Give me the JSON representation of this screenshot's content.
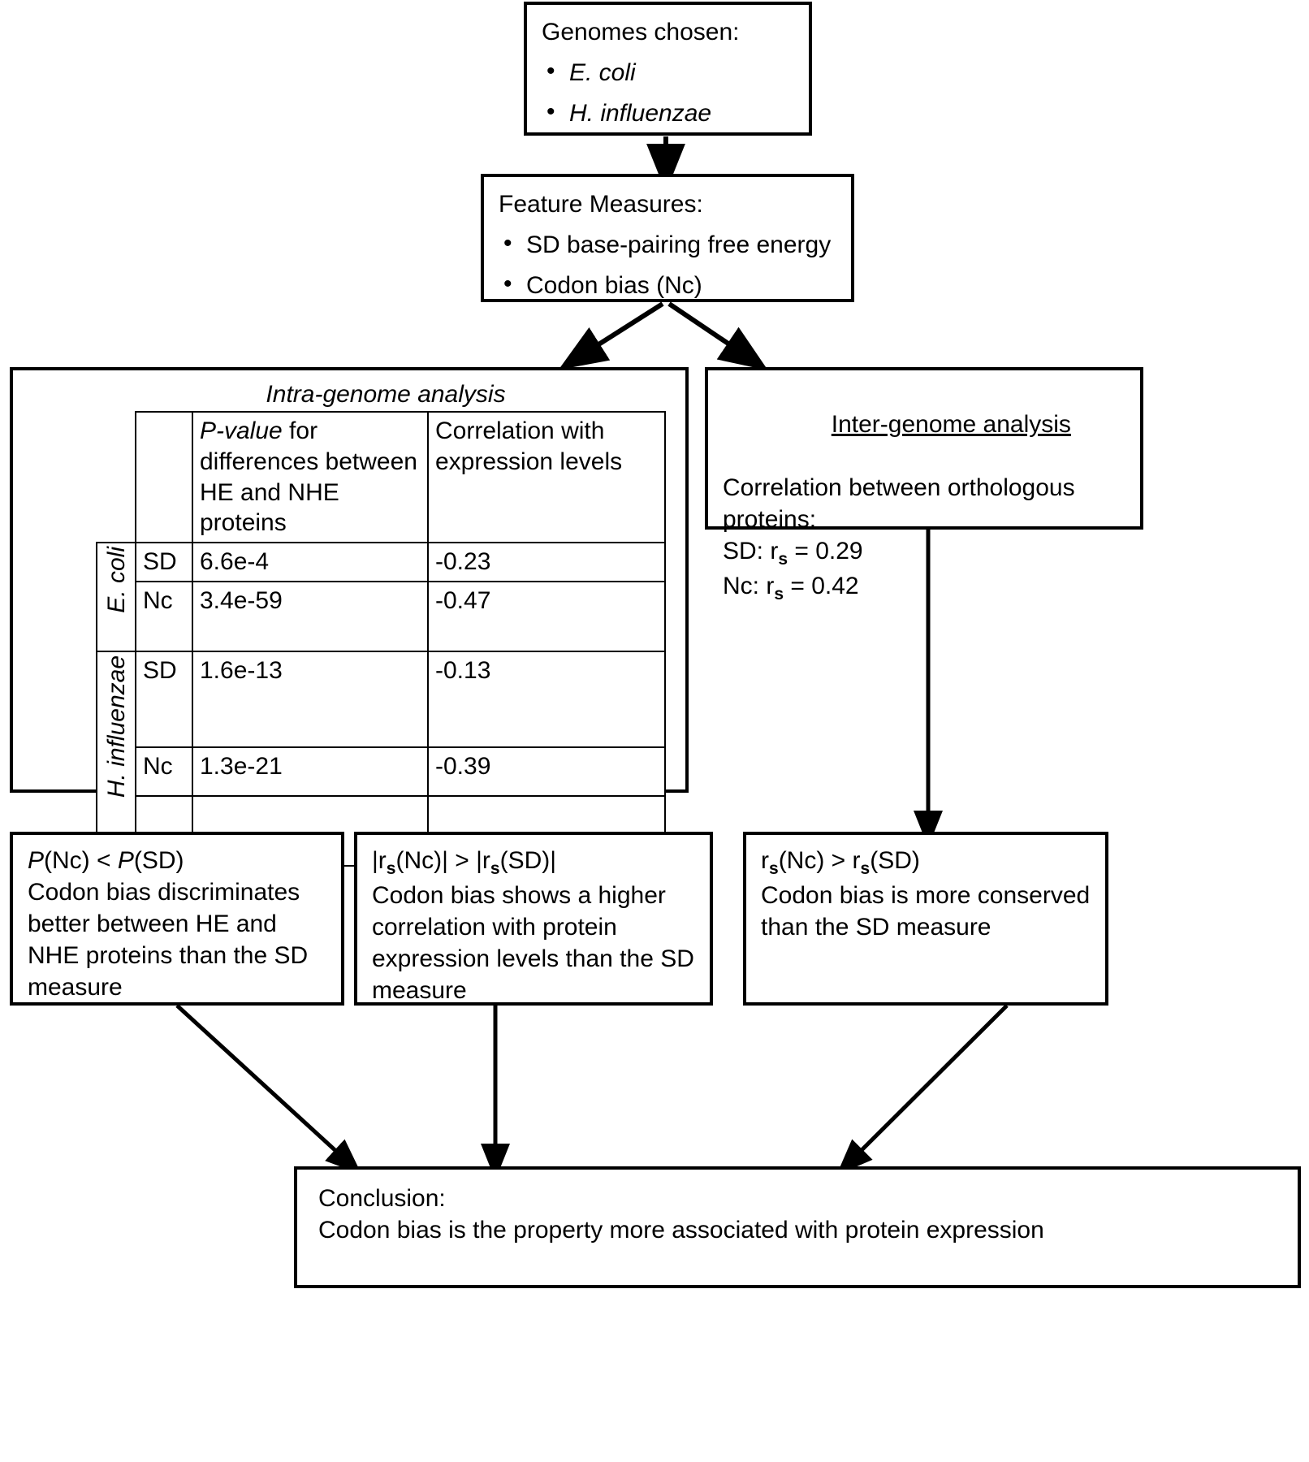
{
  "diagram": {
    "title": "Codon bias vs SD base-pairing flowchart",
    "line_color": "#000000",
    "background": "#ffffff"
  },
  "nodes": {
    "genomes": {
      "heading": "Genomes chosen:",
      "items": [
        "E. coli",
        "H. influenzae"
      ]
    },
    "features": {
      "heading": "Feature Measures:",
      "items": [
        "SD base-pairing free energy",
        "Codon bias (Nc)"
      ]
    },
    "intra": {
      "title": "Intra-genome analysis"
    },
    "inter": {
      "title": "Inter-genome analysis",
      "line1": "Correlation between orthologous",
      "line2": "proteins:",
      "sd_label": "SD: r",
      "sd_sub": "s",
      "sd_value": " = 0.29",
      "nc_label": "Nc: r",
      "nc_sub": "s",
      "nc_value": " = 0.42"
    },
    "concl_left": {
      "formula_a": "P",
      "formula_b": "(Nc) < ",
      "formula_c": "P",
      "formula_d": "(SD)",
      "body": "Codon bias discriminates better between HE and NHE proteins than the SD measure"
    },
    "concl_mid": {
      "formula_pre": "|r",
      "formula_sub1": "s",
      "formula_mid": "(Nc)| > |r",
      "formula_sub2": "s",
      "formula_post": "(SD)|",
      "body": "Codon bias shows a higher correlation with protein expression levels than the SD measure"
    },
    "concl_right": {
      "formula_pre": "r",
      "formula_sub1": "s",
      "formula_mid": "(Nc) > r",
      "formula_sub2": "s",
      "formula_post": "(SD)",
      "body": "Codon bias is more conserved than the SD measure"
    },
    "conclusion": {
      "heading": "Conclusion:",
      "body": "Codon bias is the property more associated with protein expression"
    }
  },
  "chart_data": {
    "type": "table",
    "title": "Intra-genome analysis",
    "columns": [
      "",
      "",
      "P-value for differences between HE and NHE proteins",
      "Correlation with expression levels"
    ],
    "column_header_2": "P-value for differences between HE and NHE proteins",
    "column_header_3": "Correlation with expression levels",
    "rows": [
      {
        "species": "E. coli",
        "measure": "SD",
        "pvalue": "6.6e-4",
        "correlation": "-0.23"
      },
      {
        "species": "E. coli",
        "measure": "Nc",
        "pvalue": "3.4e-59",
        "correlation": "-0.47"
      },
      {
        "species": "H. influenzae",
        "measure": "SD",
        "pvalue": "1.6e-13",
        "correlation": "-0.13"
      },
      {
        "species": "H. influenzae",
        "measure": "Nc",
        "pvalue": "1.3e-21",
        "correlation": "-0.39"
      }
    ],
    "species_labels": [
      "E. coli",
      "H. influenzae"
    ],
    "inter_genome": {
      "SD_rs": 0.29,
      "Nc_rs": 0.42
    }
  }
}
